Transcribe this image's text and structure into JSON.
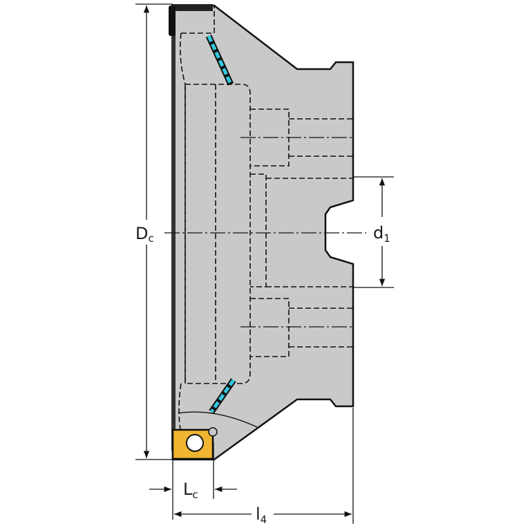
{
  "colors": {
    "body_fill": "#c9c9c9",
    "outline": "#111111",
    "coolant": "#32c8e0",
    "insert_fill": "#f0b531",
    "background": "#ffffff"
  },
  "labels": {
    "dc_main": "D",
    "dc_sub": "c",
    "d1_main": "d",
    "d1_sub": "1",
    "lc_main": "L",
    "lc_sub": "c",
    "l4_main": "l",
    "l4_sub": "4"
  },
  "icons": {
    "insert": "square-insert-icon",
    "coolant": "coolant-channel-icon"
  }
}
